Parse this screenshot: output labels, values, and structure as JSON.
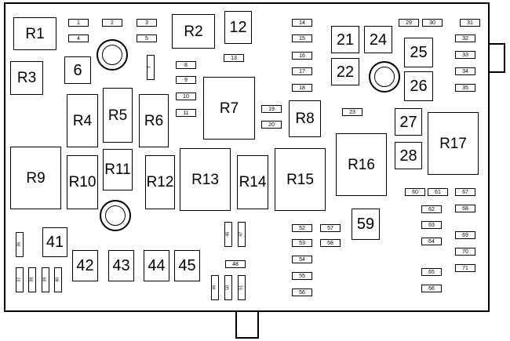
{
  "relays": {
    "R1": "R1",
    "R2": "R2",
    "R3": "R3",
    "R4": "R4",
    "R5": "R5",
    "R6": "R6",
    "R7": "R7",
    "R8": "R8",
    "R9": "R9",
    "R10": "R10",
    "R11": "R11",
    "R12": "R12",
    "R13": "R13",
    "R14": "R14",
    "R15": "R15",
    "R16": "R16",
    "R17": "R17"
  },
  "fuses": {
    "f1": "1",
    "f2": "2",
    "f3": "3",
    "f4": "4",
    "f5": "5",
    "f6": "6",
    "f7": "7",
    "f8": "8",
    "f9": "9",
    "f10": "10",
    "f11": "11",
    "f12": "12",
    "f13": "13",
    "f14": "14",
    "f15": "15",
    "f16": "16",
    "f17": "17",
    "f18": "18",
    "f19": "19",
    "f20": "20",
    "f21": "21",
    "f22": "22",
    "f23": "23",
    "f24": "24",
    "f25": "25",
    "f26": "26",
    "f27": "27",
    "f28": "28",
    "f29": "29",
    "f30": "30",
    "f31": "31",
    "f32": "32",
    "f33": "33",
    "f34": "34",
    "f35": "35",
    "f36": "36",
    "f37": "37",
    "f38": "38",
    "f39": "39",
    "f40": "40",
    "f41": "41",
    "f42": "42",
    "f43": "43",
    "f44": "44",
    "f45": "45",
    "f46": "46",
    "f47": "47",
    "f48": "48",
    "f49": "49",
    "f50": "50",
    "f51": "51",
    "f52": "52",
    "f53": "53",
    "f54": "54",
    "f55": "55",
    "f56": "56",
    "f57": "57",
    "f58": "58",
    "f59": "59",
    "f60": "60",
    "f61": "61",
    "f62": "62",
    "f63": "63",
    "f64": "64",
    "f65": "65",
    "f66": "66",
    "f67": "67",
    "f68": "68",
    "f69": "69",
    "f70": "70",
    "f71": "71"
  }
}
